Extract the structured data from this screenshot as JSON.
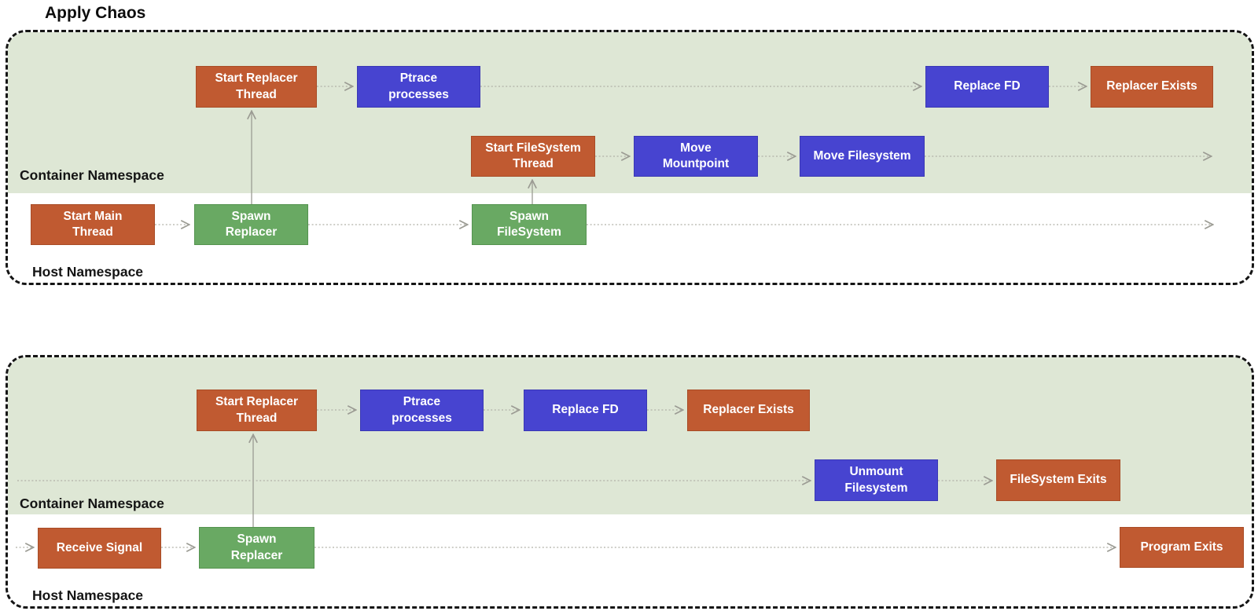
{
  "title": "Apply Chaos",
  "colors": {
    "thread_state_box": "#c05a31",
    "operation_box": "#4744d0",
    "spawn_box": "#69a963",
    "container_namespace_bg": "#dee7d5",
    "host_namespace_bg": "#ffffff",
    "panel_border": "#151515",
    "connector_line": "#b1b1a8",
    "box_text": "#ffffff"
  },
  "panels": [
    {
      "name": "apply-chaos-start-flow",
      "label_container": "Container Namespace",
      "label_host": "Host Namespace",
      "nodes": {
        "start_main_thread": {
          "label": "Start Main\nThread",
          "color": "orange"
        },
        "spawn_replacer": {
          "label": "Spawn\nReplacer",
          "color": "green"
        },
        "spawn_filesystem": {
          "label": "Spawn\nFileSystem",
          "color": "green"
        },
        "start_replacer_thread": {
          "label": "Start Replacer\nThread",
          "color": "orange"
        },
        "ptrace_processes": {
          "label": "Ptrace\nprocesses",
          "color": "blue"
        },
        "replace_fd": {
          "label": "Replace FD",
          "color": "blue"
        },
        "replacer_exists": {
          "label": "Replacer Exists",
          "color": "orange"
        },
        "start_filesystem_thread": {
          "label": "Start FileSystem\nThread",
          "color": "orange"
        },
        "move_mountpoint": {
          "label": "Move\nMountpoint",
          "color": "blue"
        },
        "move_filesystem": {
          "label": "Move Filesystem",
          "color": "blue"
        }
      },
      "edges": [
        {
          "from": "start_main_thread",
          "to": "spawn_replacer"
        },
        {
          "from": "spawn_replacer",
          "to": "spawn_filesystem"
        },
        {
          "from": "spawn_filesystem",
          "to": "continues-right"
        },
        {
          "from": "spawn_replacer",
          "to": "start_replacer_thread"
        },
        {
          "from": "spawn_filesystem",
          "to": "start_filesystem_thread"
        },
        {
          "from": "start_replacer_thread",
          "to": "ptrace_processes"
        },
        {
          "from": "ptrace_processes",
          "to": "replace_fd"
        },
        {
          "from": "replace_fd",
          "to": "replacer_exists"
        },
        {
          "from": "start_filesystem_thread",
          "to": "move_mountpoint"
        },
        {
          "from": "move_mountpoint",
          "to": "move_filesystem"
        },
        {
          "from": "move_filesystem",
          "to": "continues-right"
        }
      ]
    },
    {
      "name": "apply-chaos-teardown-flow",
      "label_container": "Container Namespace",
      "label_host": "Host Namespace",
      "nodes": {
        "receive_signal": {
          "label": "Receive Signal",
          "color": "orange"
        },
        "spawn_replacer": {
          "label": "Spawn\nReplacer",
          "color": "green"
        },
        "start_replacer_thread": {
          "label": "Start Replacer\nThread",
          "color": "orange"
        },
        "ptrace_processes": {
          "label": "Ptrace\nprocesses",
          "color": "blue"
        },
        "replace_fd": {
          "label": "Replace FD",
          "color": "blue"
        },
        "replacer_exists": {
          "label": "Replacer Exists",
          "color": "orange"
        },
        "unmount_filesystem": {
          "label": "Unmount\nFilesystem",
          "color": "blue"
        },
        "filesystem_exits": {
          "label": "FileSystem Exits",
          "color": "orange"
        },
        "program_exits": {
          "label": "Program Exits",
          "color": "orange"
        }
      },
      "edges": [
        {
          "from": "panel-left-edge",
          "to": "receive_signal"
        },
        {
          "from": "receive_signal",
          "to": "spawn_replacer"
        },
        {
          "from": "spawn_replacer",
          "to": "program_exits"
        },
        {
          "from": "spawn_replacer",
          "to": "start_replacer_thread"
        },
        {
          "from": "start_replacer_thread",
          "to": "ptrace_processes"
        },
        {
          "from": "ptrace_processes",
          "to": "replace_fd"
        },
        {
          "from": "replace_fd",
          "to": "replacer_exists"
        },
        {
          "from": "filesystem-lane-left",
          "to": "unmount_filesystem"
        },
        {
          "from": "unmount_filesystem",
          "to": "filesystem_exits"
        }
      ]
    }
  ]
}
